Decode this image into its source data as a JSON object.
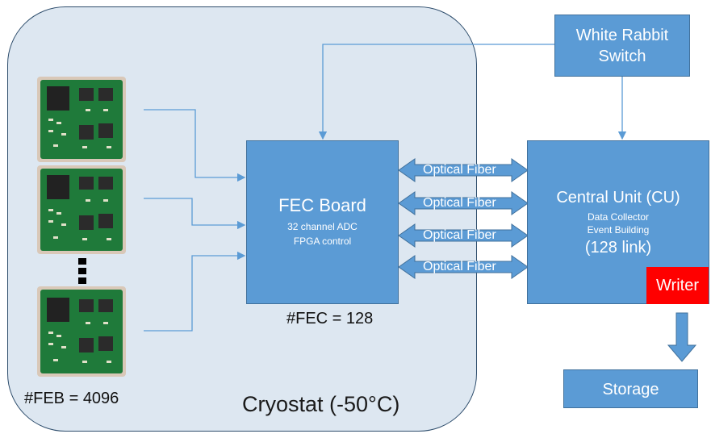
{
  "cryostat": {
    "label": "Cryostat (-50°C)"
  },
  "white_rabbit": {
    "line1": "White Rabbit",
    "line2": "Switch"
  },
  "fec_board": {
    "title": "FEC Board",
    "line1": "32 channel ADC",
    "line2": "FPGA control",
    "count": "#FEC = 128"
  },
  "central_unit": {
    "title": "Central Unit (CU)",
    "line1": "Data Collector",
    "line2": "Event Building",
    "line3": "(128 link)",
    "writer": "Writer"
  },
  "storage": {
    "label": "Storage"
  },
  "feb": {
    "count": "#FEB = 4096"
  },
  "fibers": [
    {
      "label": "Optical Fiber"
    },
    {
      "label": "Optical Fiber"
    },
    {
      "label": "Optical Fiber"
    },
    {
      "label": "Optical Fiber"
    }
  ],
  "colors": {
    "box": "#5b9bd5",
    "box_border": "#41719c",
    "writer": "#ff0000",
    "cryostat": "#dde7f1",
    "line": "#5b9bd5",
    "pcb": "#1f7a3a"
  }
}
